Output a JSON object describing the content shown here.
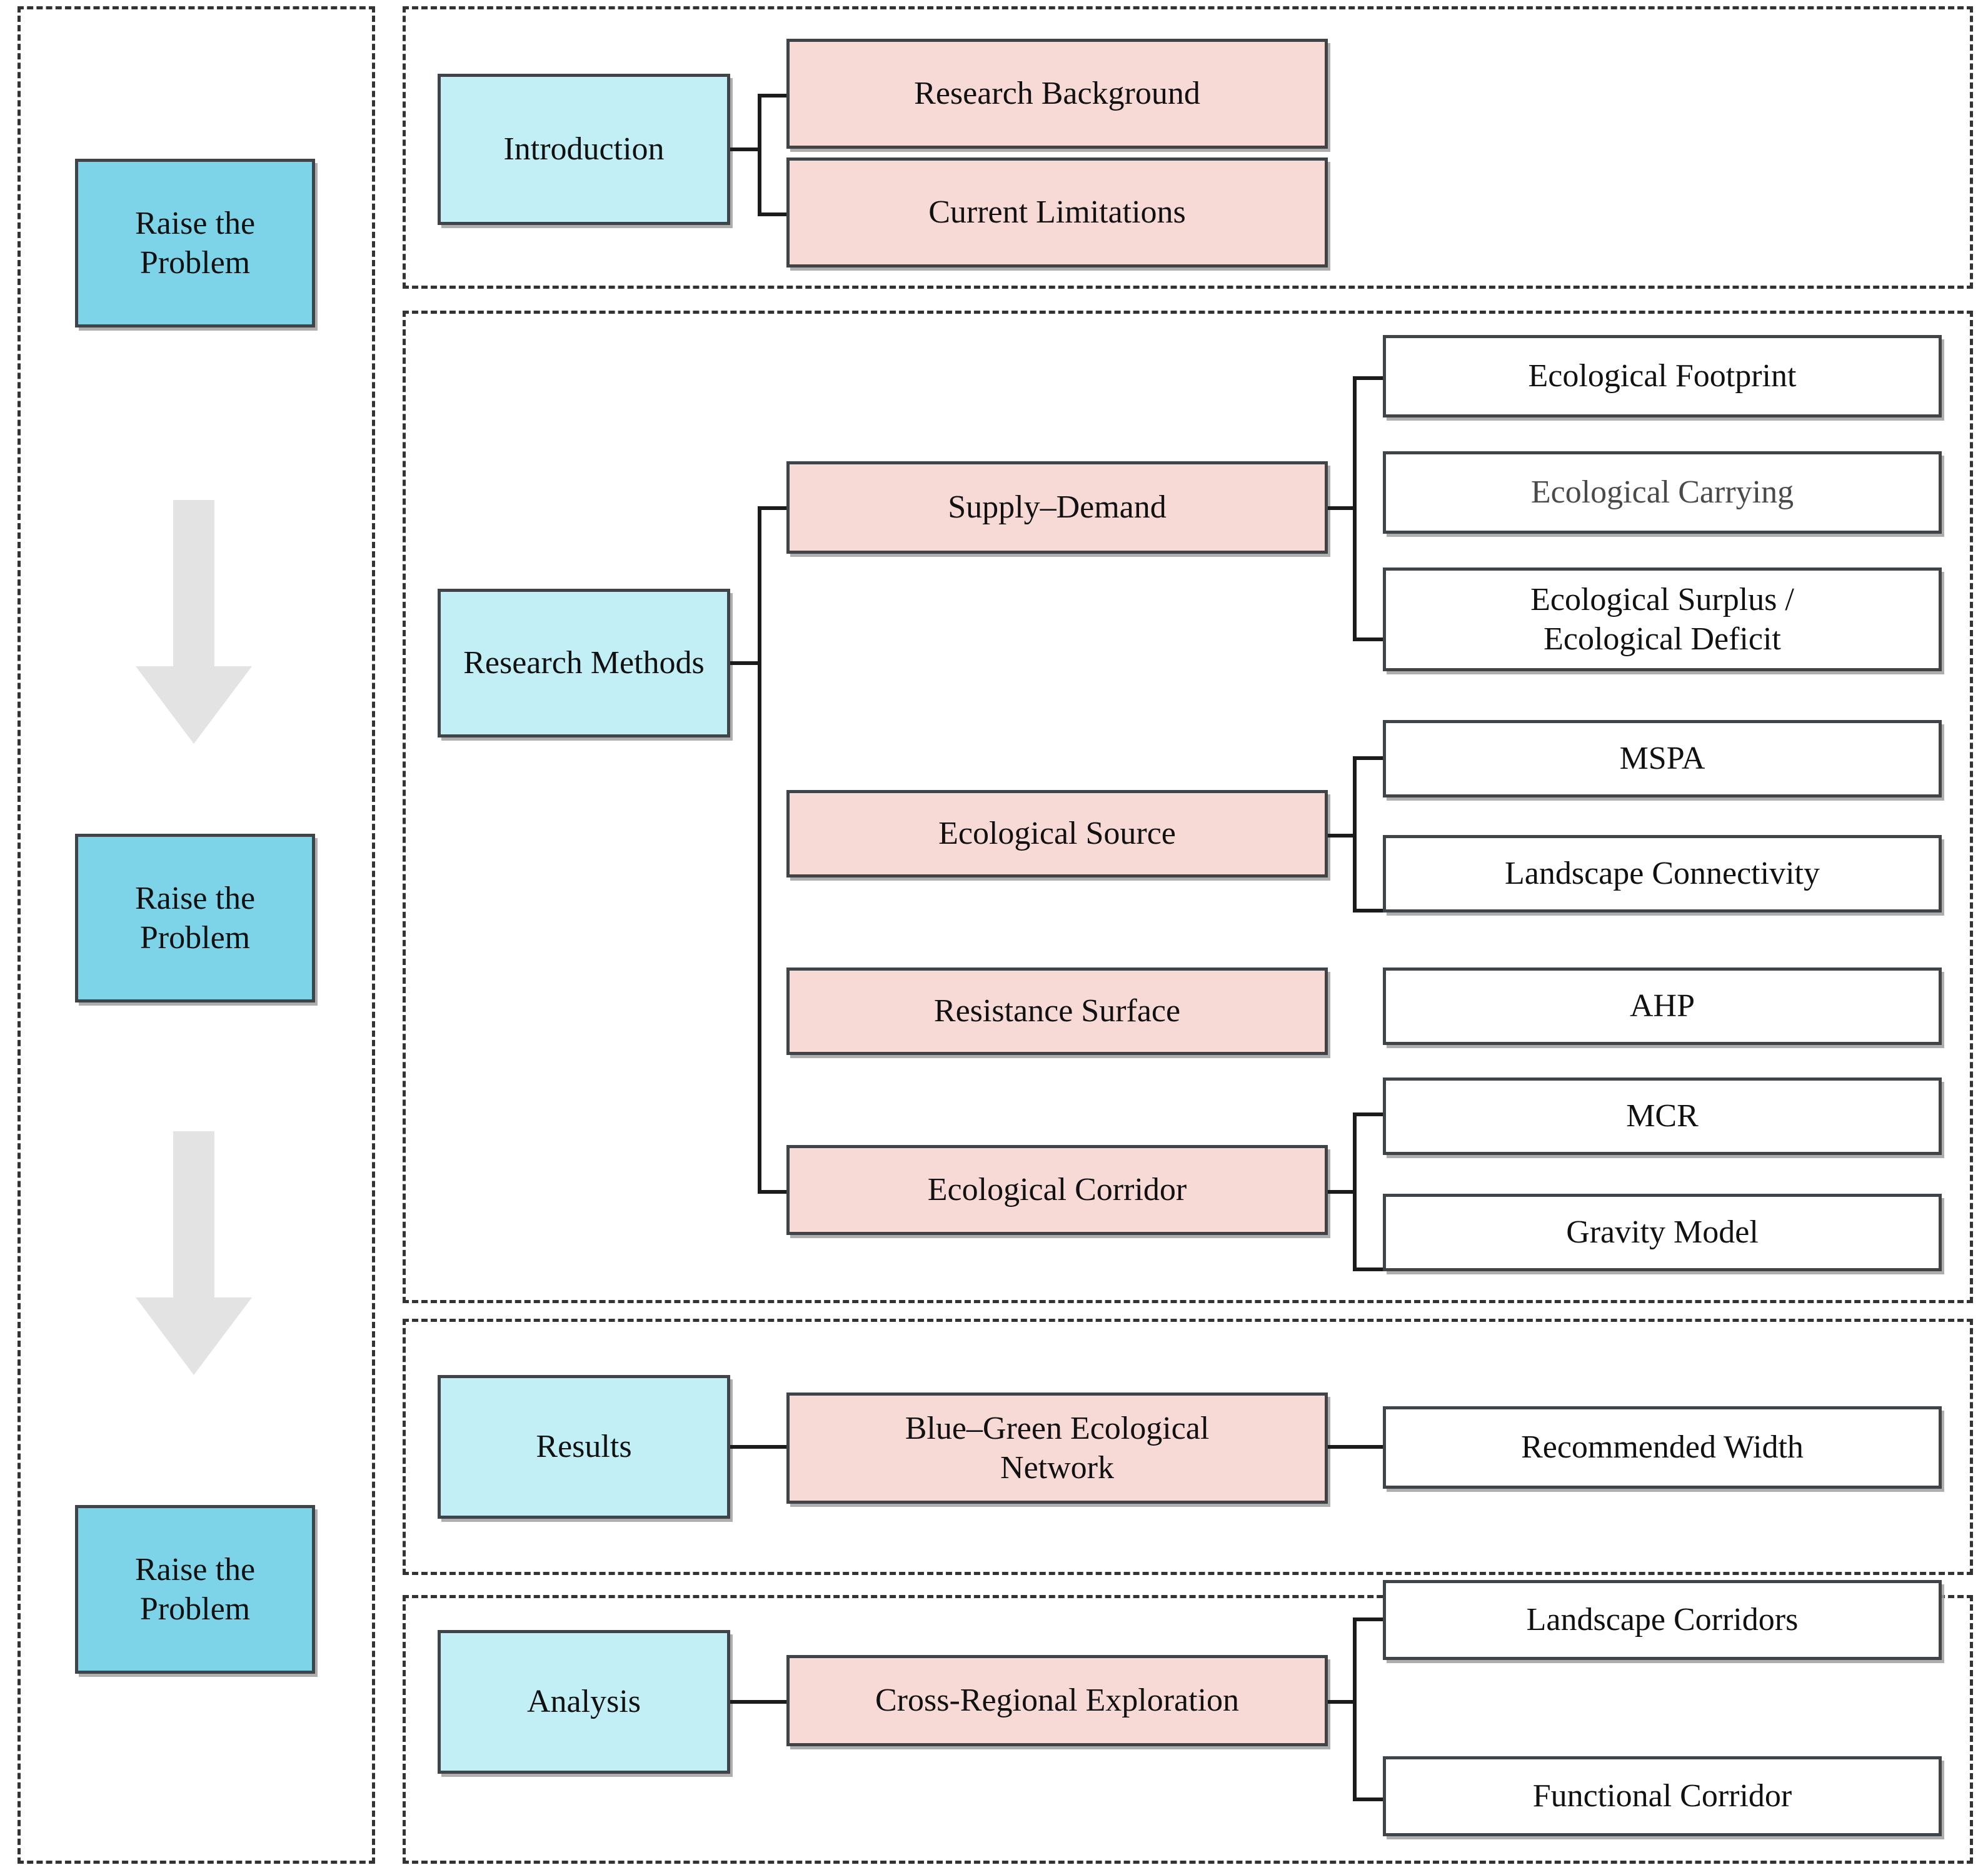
{
  "diagram": {
    "type": "research-framework-flowchart",
    "stage_column": {
      "panel_name": "stage-panel",
      "stages": [
        {
          "label": "Raise the Problem"
        },
        {
          "label": "Raise the Problem"
        },
        {
          "label": "Raise the Problem"
        }
      ],
      "arrows": [
        "down-arrow",
        "down-arrow"
      ]
    },
    "sections": [
      {
        "id": "introduction",
        "category": {
          "label": "Introduction",
          "color": "#C1EFF5"
        },
        "branches": [
          {
            "label": "Research Background",
            "color": "#F7DAD6",
            "children": []
          },
          {
            "label": "Current Limitations",
            "color": "#F7DAD6",
            "children": []
          }
        ]
      },
      {
        "id": "research-methods",
        "category": {
          "label": "Research Methods",
          "color": "#C1EFF5"
        },
        "branches": [
          {
            "label": "Supply–Demand",
            "color": "#F7DAD6",
            "children": [
              {
                "label": "Ecological Footprint",
                "muted": false
              },
              {
                "label": "Ecological Carrying",
                "muted": true
              },
              {
                "label": "Ecological Surplus /\nEcological Deficit",
                "muted": false
              }
            ]
          },
          {
            "label": "Ecological Source",
            "color": "#F7DAD6",
            "children": [
              {
                "label": "MSPA",
                "muted": false
              },
              {
                "label": "Landscape Connectivity",
                "muted": false
              }
            ]
          },
          {
            "label": "Resistance Surface",
            "color": "#F7DAD6",
            "children": [
              {
                "label": "AHP",
                "muted": false
              }
            ]
          },
          {
            "label": "Ecological Corridor",
            "color": "#F7DAD6",
            "children": [
              {
                "label": "MCR",
                "muted": false
              },
              {
                "label": "Gravity Model",
                "muted": false
              }
            ]
          }
        ]
      },
      {
        "id": "results",
        "category": {
          "label": "Results",
          "color": "#C1EFF5"
        },
        "branches": [
          {
            "label": "Blue–Green Ecological Network",
            "color": "#F7DAD6",
            "children": [
              {
                "label": "Recommended Width",
                "muted": false
              }
            ]
          }
        ]
      },
      {
        "id": "analysis",
        "category": {
          "label": "Analysis",
          "color": "#C1EFF5"
        },
        "branches": [
          {
            "label": "Cross-Regional Exploration",
            "color": "#F7DAD6",
            "children": [
              {
                "label": "Landscape Corridors",
                "muted": false
              },
              {
                "label": "Functional Corridor",
                "muted": false
              }
            ]
          }
        ]
      }
    ],
    "colors": {
      "stage_blue": "#7DD3E8",
      "category_cyan": "#C1EFF5",
      "branch_pink": "#F7DAD6",
      "leaf_white": "#FFFFFF",
      "border": "#3F4448",
      "arrow_grey": "#E3E3E3",
      "dash_border": "#333333"
    }
  },
  "labels": {
    "stage1": "Raise the Problem",
    "stage2": "Raise the Problem",
    "stage3": "Raise the Problem",
    "introduction": "Introduction",
    "research_background": "Research Background",
    "current_limitations": "Current Limitations",
    "research_methods": "Research Methods",
    "supply_demand": "Supply–Demand",
    "ecological_footprint": "Ecological Footprint",
    "ecological_carrying": "Ecological Carrying",
    "ecological_surplus_deficit_l1": "Ecological Surplus /",
    "ecological_surplus_deficit_l2": "Ecological Deficit",
    "ecological_source": "Ecological Source",
    "mspa": "MSPA",
    "landscape_connectivity": "Landscape Connectivity",
    "resistance_surface": "Resistance Surface",
    "ahp": "AHP",
    "ecological_corridor": "Ecological Corridor",
    "mcr": "MCR",
    "gravity_model": "Gravity Model",
    "results": "Results",
    "blue_green_network_l1": "Blue–Green Ecological",
    "blue_green_network_l2": "Network",
    "recommended_width": "Recommended Width",
    "analysis": "Analysis",
    "cross_regional_exploration": "Cross-Regional Exploration",
    "landscape_corridors": "Landscape Corridors",
    "functional_corridor": "Functional Corridor"
  }
}
